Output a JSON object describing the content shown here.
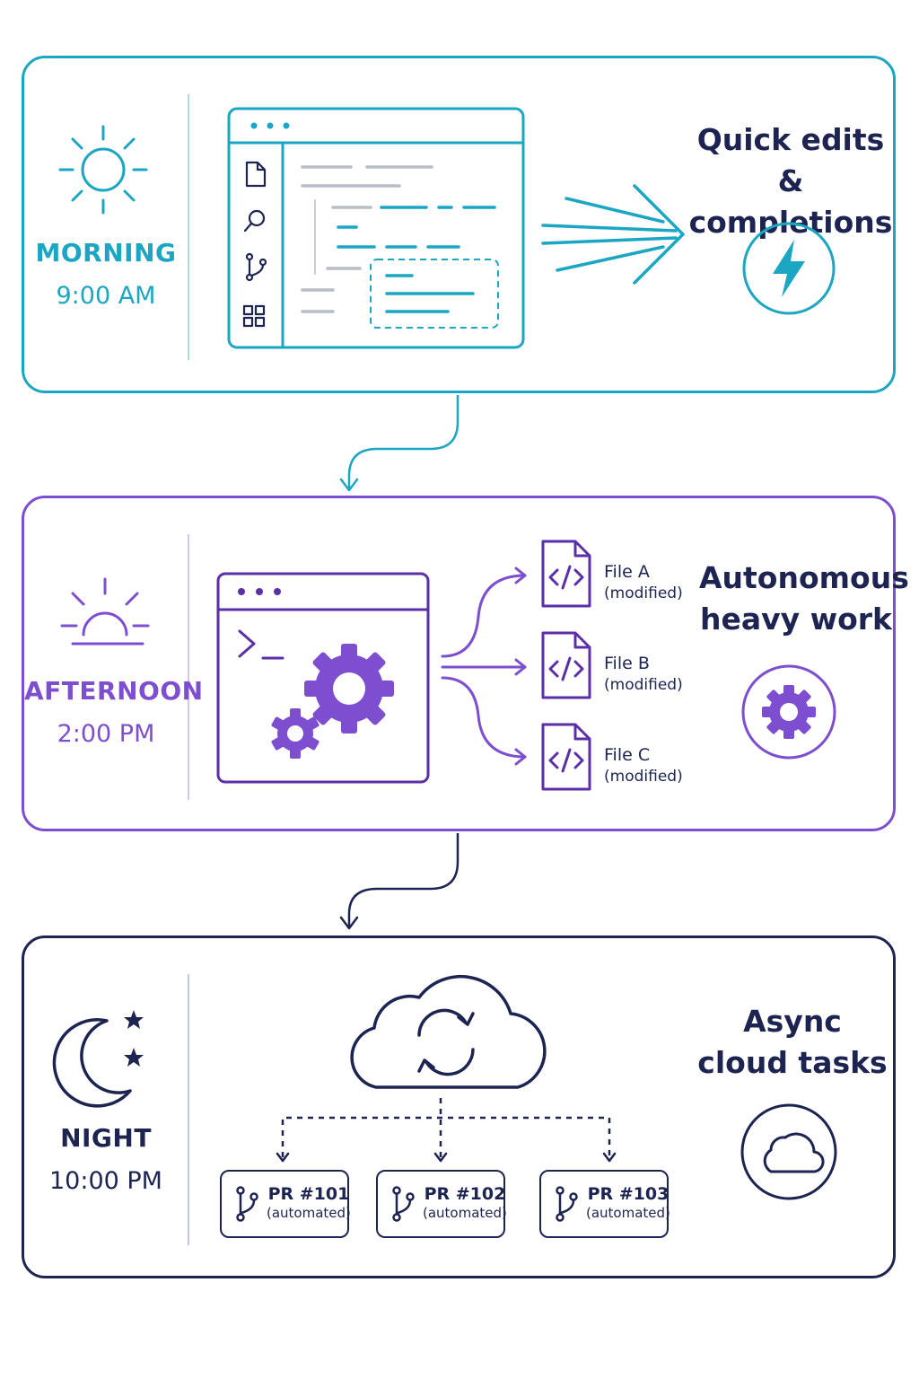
{
  "colors": {
    "morning": "#1ba6c4",
    "afternoon": "#7d4fd0",
    "night": "#1d2451"
  },
  "morning": {
    "period": "MORNING",
    "time": "9:00 AM",
    "headline_line1": "Quick edits &",
    "headline_line2": "completions",
    "icons": [
      "sun-icon",
      "editor-window",
      "speed-arrow-icon",
      "lightning-icon"
    ]
  },
  "afternoon": {
    "period": "AFTERNOON",
    "time": "2:00 PM",
    "headline_line1": "Autonomous",
    "headline_line2": "heavy work",
    "files": [
      {
        "name": "File A",
        "status": "(modified)"
      },
      {
        "name": "File B",
        "status": "(modified)"
      },
      {
        "name": "File C",
        "status": "(modified)"
      }
    ],
    "icons": [
      "sunset-icon",
      "terminal-window",
      "gear-icon",
      "code-file-icon"
    ]
  },
  "night": {
    "period": "NIGHT",
    "time": "10:00 PM",
    "headline_line1": "Async",
    "headline_line2": "cloud tasks",
    "prs": [
      {
        "title": "PR #101",
        "status": "(automated)"
      },
      {
        "title": "PR #102",
        "status": "(automated)"
      },
      {
        "title": "PR #103",
        "status": "(automated)"
      }
    ],
    "icons": [
      "moon-icon",
      "star-icon",
      "cloud-sync-icon",
      "branch-icon",
      "cloud-icon"
    ]
  }
}
